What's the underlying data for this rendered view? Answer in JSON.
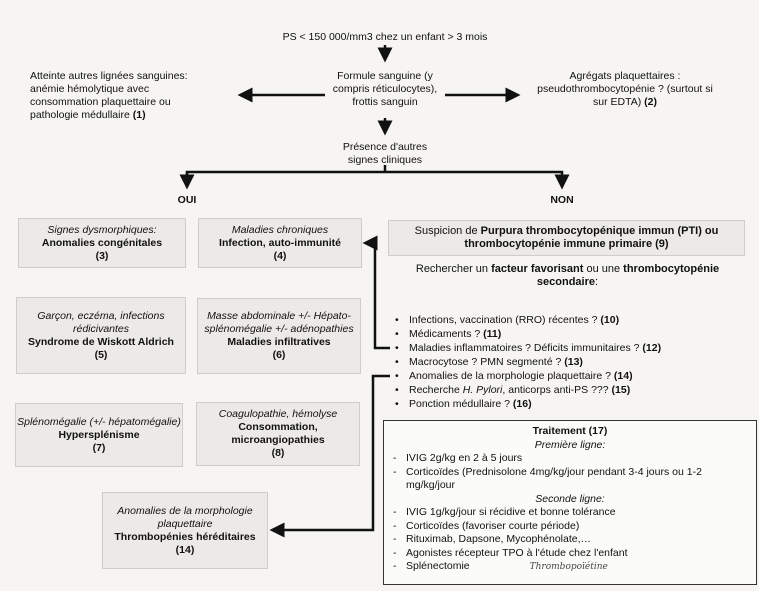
{
  "start": "PS < 150 000/mm3 chez un enfant > 3 mois",
  "formule": [
    "Formule sanguine (y",
    "compris réticulocytes),",
    "frottis sanguin"
  ],
  "left_branch": {
    "lines": [
      "Atteinte autres lignées sanguines:",
      "anémie hémolytique avec",
      "consommation plaquettaire ou",
      "pathologie médullaire"
    ],
    "ref": "(1)"
  },
  "right_branch": {
    "lines": [
      "Agrégats plaquettaires :",
      "pseudothrombocytopénie ? (surtout si",
      "sur EDTA)"
    ],
    "ref": "(2)"
  },
  "presence": [
    "Présence d'autres",
    "signes cliniques"
  ],
  "oui": "OUI",
  "non": "NON",
  "boxes": [
    {
      "italic": "Signes dysmorphiques:",
      "bold": "Anomalies congénitales",
      "ref": "(3)"
    },
    {
      "italic": "Maladies chroniques",
      "bold": "Infection, auto-immunité",
      "ref": "(4)"
    },
    {
      "italic": "Garçon, eczéma, infections rédicivantes",
      "bold": "Syndrome de Wiskott Aldrich",
      "ref": "(5)"
    },
    {
      "italic": "Masse abdominale +/- Hépato-splénomégalie +/- adénopathies",
      "bold": "Maladies infiltratives",
      "ref": "(6)"
    },
    {
      "italic": "Splénomégalie (+/- hépatomégalie)",
      "bold": "Hypersplénisme",
      "ref": "(7)"
    },
    {
      "italic": "Coagulopathie, hémolyse",
      "bold": "Consommation, microangiopathies",
      "ref": "(8)"
    },
    {
      "italic": "Anomalies de la morphologie plaquettaire",
      "bold": "Thrombopénies héréditaires",
      "ref": "(14)"
    }
  ],
  "pti": {
    "pre": "Suspicion de ",
    "bold": "Purpura thrombocytopénique immun (PTI) ou thrombocytopénie immune primaire (9)"
  },
  "recherche": {
    "p1": "Rechercher un ",
    "b1": "facteur favorisant",
    "p2": " ou une ",
    "b2": "thrombocytopénie secondaire",
    "p3": ":"
  },
  "bullets": [
    {
      "text": "Infections, vaccination (RRO) récentes ? ",
      "ref": "(10)"
    },
    {
      "text": "Médicaments ? ",
      "ref": "(11)"
    },
    {
      "text": "Maladies inflammatoires ? Déficits immunitaires ? ",
      "ref": "(12)"
    },
    {
      "text": "Macrocytose ? PMN segmenté ? ",
      "ref": "(13)"
    },
    {
      "text": "Anomalies de la morphologie plaquettaire ? ",
      "ref": "(14)"
    },
    {
      "text": "Recherche ",
      "italic": "H. Pylori",
      "text2": ", anticorps anti-PS ??? ",
      "ref": "(15)"
    },
    {
      "text": "Ponction médullaire ? ",
      "ref": "(16)"
    }
  ],
  "traitement": {
    "title": "Traitement (17)",
    "first": "Première ligne:",
    "first_items": [
      "IVIG 2g/kg en 2 à 5 jours",
      "Corticoïdes (Prednisolone 4mg/kg/jour pendant 3-4 jours ou 1-2 mg/kg/jour"
    ],
    "second": "Seconde ligne:",
    "second_items": [
      "IVIG 1g/kg/jour si récidive et bonne tolérance",
      "Corticoïdes (favoriser courte période)",
      "Rituximab, Dapsone, Mycophénolate,…",
      "Agonistes récepteur TPO  à l'étude chez l'enfant",
      "Splénectomie"
    ],
    "handwritten": "Thrombopoïétine"
  }
}
